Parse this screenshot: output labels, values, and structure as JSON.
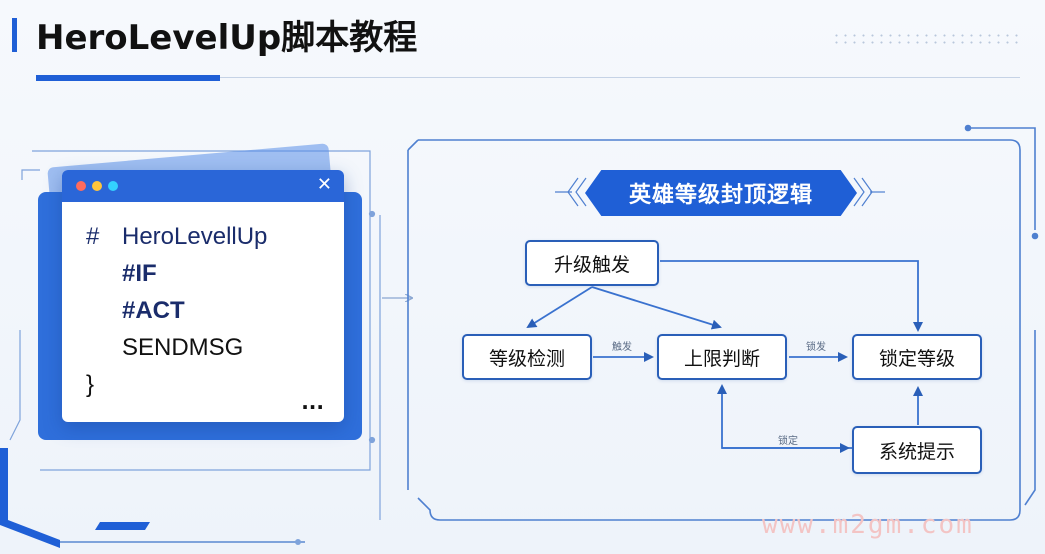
{
  "header": {
    "title": "HeroLevelUp脚本教程"
  },
  "code_window": {
    "lines": [
      {
        "prefix": "#",
        "text": "HeroLevellUp"
      },
      {
        "prefix": "",
        "text": "#IF"
      },
      {
        "prefix": "",
        "text": "#ACT"
      },
      {
        "prefix": "",
        "text": "SENDMSG"
      },
      {
        "prefix": "}",
        "text": ""
      }
    ],
    "close_glyph": "✕",
    "ellipsis": "..."
  },
  "flowchart": {
    "title": "英雄等级封顶逻辑",
    "nodes": {
      "upgrade_trigger": "升级触发",
      "level_check": "等级检测",
      "limit_judge": "上限判断",
      "lock_level": "锁定等级",
      "system_prompt": "系统提示"
    },
    "edge_labels": {
      "check_to_judge": "触发",
      "judge_to_lock": "锁发",
      "prompt_to_judge": "锁定"
    }
  },
  "watermark": "www.m2gm.com",
  "colors": {
    "accent": "#1f5fd6",
    "node_border": "#2a5fb8",
    "line": "#3a72cf"
  }
}
